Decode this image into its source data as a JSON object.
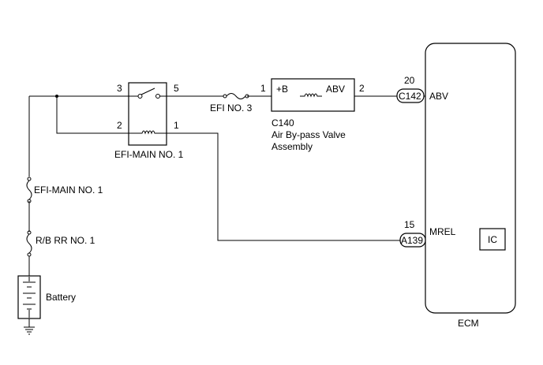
{
  "relay": {
    "name": "EFI-MAIN NO. 1",
    "pin_3": "3",
    "pin_5": "5",
    "pin_2": "2",
    "pin_1": "1"
  },
  "fuse_efi3": {
    "name": "EFI NO. 3"
  },
  "fuse_efi_main": {
    "name": "EFI-MAIN NO. 1"
  },
  "fuse_rb": {
    "name": "R/B RR NO. 1"
  },
  "battery": {
    "name": "Battery"
  },
  "valve": {
    "connector": "C140",
    "line1": "Air By-pass Valve",
    "line2": "Assembly",
    "pin_left": "1",
    "pin_right": "2",
    "term_left": "+B",
    "term_right": "ABV"
  },
  "ecm": {
    "name": "ECM",
    "abv": {
      "pin": "20",
      "connector": "C142",
      "terminal": "ABV"
    },
    "mrel": {
      "pin": "15",
      "connector": "A139",
      "terminal": "MREL"
    },
    "ic": "IC"
  }
}
